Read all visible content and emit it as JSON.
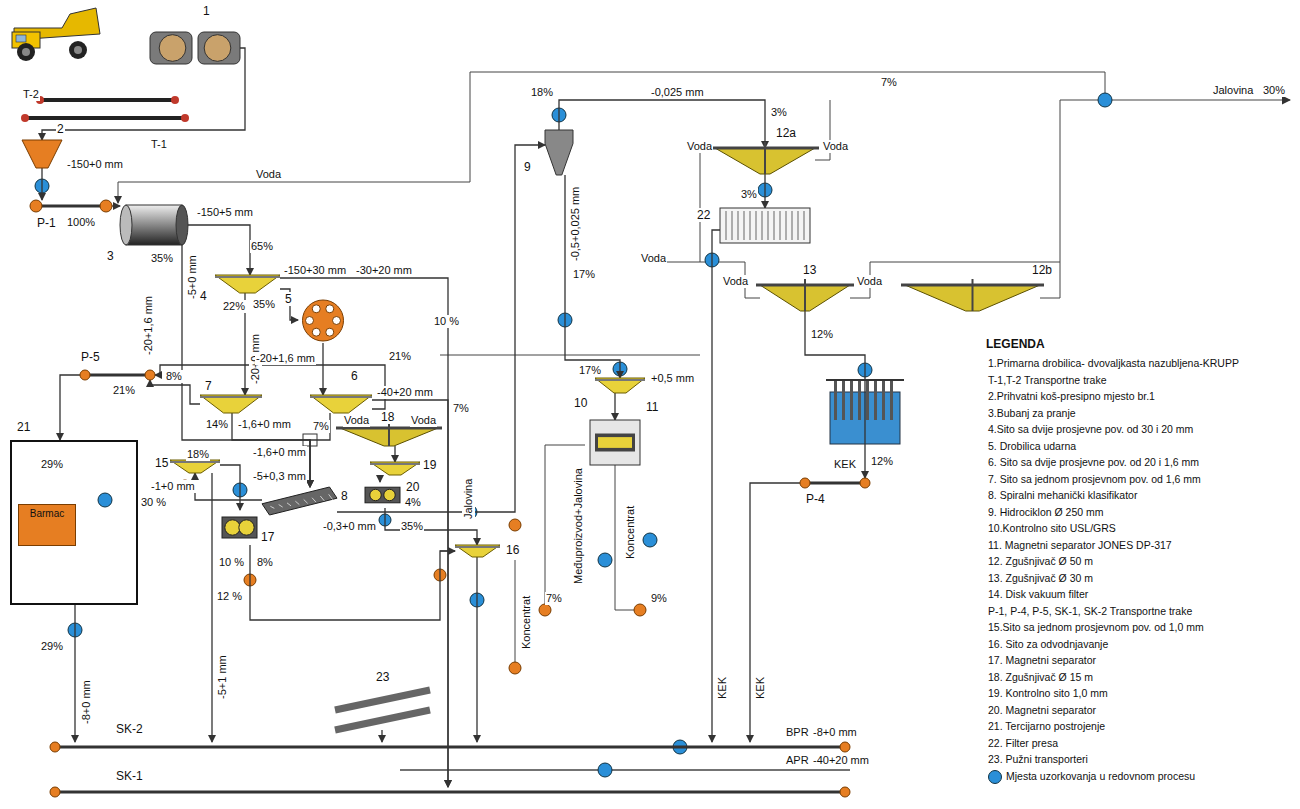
{
  "diagram": {
    "nodes": [
      {
        "text": [
          "1"
        ]
      },
      {
        "text": [
          "2"
        ]
      },
      {
        "text": [
          "P-1"
        ]
      },
      {
        "text": [
          "3"
        ]
      },
      {
        "text": [
          "4"
        ]
      },
      {
        "text": [
          "5"
        ]
      },
      {
        "text": [
          "6"
        ]
      },
      {
        "text": [
          "7"
        ]
      },
      {
        "text": [
          "21"
        ]
      },
      {
        "text": [
          "Barmac"
        ],
        "in": 8
      },
      {
        "text": [
          "P-5"
        ]
      },
      {
        "text": [
          "8"
        ]
      },
      {
        "text": [
          "15"
        ]
      },
      {
        "text": [
          "17"
        ]
      },
      {
        "text": [
          "18"
        ]
      },
      {
        "text": [
          "19"
        ]
      },
      {
        "text": [
          "20"
        ]
      },
      {
        "text": [
          "16"
        ]
      },
      {
        "text": [
          "23"
        ]
      },
      {
        "text": [
          "9"
        ]
      },
      {
        "text": [
          "12a"
        ]
      },
      {
        "text": [
          "22"
        ]
      },
      {
        "text": [
          "10"
        ]
      },
      {
        "text": [
          "11"
        ]
      },
      {
        "text": [
          "13"
        ]
      },
      {
        "text": [
          "12b"
        ]
      },
      {
        "text": [
          "P-4"
        ]
      },
      {
        "text": [
          "SK-2"
        ]
      },
      {
        "text": [
          "SK-1"
        ]
      }
    ],
    "edges": [
      {
        "from": 0,
        "to": 1,
        "arrow": "to"
      },
      {
        "from": 1,
        "to": 2,
        "arrow": "to"
      },
      {
        "from": 2,
        "to": 3,
        "arrow": "to"
      },
      {
        "from": 3,
        "to": 4,
        "arrow": "to"
      },
      {
        "from": 4,
        "to": 5,
        "arrow": "to"
      },
      {
        "from": 5,
        "to": 6,
        "arrow": "to"
      },
      {
        "from": 4,
        "to": 7,
        "arrow": "to"
      },
      {
        "from": 3,
        "to": 11,
        "arrow": "to"
      },
      {
        "from": 7,
        "to": 11,
        "arrow": "to"
      },
      {
        "from": 6,
        "to": 11,
        "arrow": "to"
      },
      {
        "from": 7,
        "to": 10,
        "arrow": "to"
      },
      {
        "from": 6,
        "to": 10,
        "arrow": "to"
      },
      {
        "from": 10,
        "to": 8,
        "arrow": "to"
      },
      {
        "from": 8,
        "to": 27,
        "arrow": "to"
      },
      {
        "from": 11,
        "to": 12,
        "arrow": "to"
      },
      {
        "from": 12,
        "to": 27,
        "arrow": "to"
      },
      {
        "from": 12,
        "to": 13,
        "arrow": "to"
      },
      {
        "from": 11,
        "to": 19,
        "arrow": "to"
      },
      {
        "from": 19,
        "to": 20,
        "arrow": "to"
      },
      {
        "from": 19,
        "to": 22,
        "arrow": "to"
      },
      {
        "from": 22,
        "to": 23,
        "arrow": "to"
      },
      {
        "from": 20,
        "to": 21,
        "arrow": "to"
      },
      {
        "from": 21,
        "to": 27,
        "arrow": "to"
      },
      {
        "from": 24,
        "to": 26,
        "arrow": "to"
      },
      {
        "from": 26,
        "to": 27,
        "arrow": "to"
      },
      {
        "from": 6,
        "to": 28,
        "arrow": "to"
      },
      {
        "from": 4,
        "to": 28,
        "arrow": "to"
      },
      {
        "from": 13,
        "to": 17,
        "arrow": "to"
      },
      {
        "from": 14,
        "to": 15,
        "arrow": "to"
      },
      {
        "from": 15,
        "to": 16,
        "arrow": "to"
      },
      {
        "from": 16,
        "to": 17,
        "arrow": "to"
      },
      {
        "from": 17,
        "to": 27,
        "arrow": "to"
      },
      {
        "from": 18,
        "to": 27,
        "arrow": "to"
      }
    ],
    "labels": [
      "T-2",
      "T-1",
      "-150+0 mm",
      "100%",
      "Voda",
      "-150+5 mm",
      "65%",
      "35%",
      "-5+0 mm",
      "-150+30 mm",
      "-30+20 mm",
      "22%",
      "35%",
      "-20+0 mm",
      "10 %",
      "8%",
      "-40+20 mm",
      "7%",
      "14%",
      "-1,6+0 mm",
      "7%",
      "-1,6+0 mm",
      "21%",
      "-20+1,6 mm",
      "-20+1,6 mm",
      "21%",
      "29%",
      "29%",
      "-8+0 mm",
      "-5+0,3 mm",
      "30 %",
      "18%",
      "-1+0 mm",
      "12 %",
      "-5+1 mm",
      "10 %",
      "8%",
      "-0,3+0 mm",
      "35%",
      "4%",
      "Voda",
      "Voda",
      "Jalovina",
      "Koncentrat",
      "18%",
      "-0,025 mm",
      "7%",
      "Jalovina",
      "30%",
      "3%",
      "Voda",
      "Voda",
      "3%",
      "-0,5+0,025 mm",
      "17%",
      "Voda",
      "Voda",
      "Voda",
      "12%",
      "17%",
      "+0,5 mm",
      "Međuproizvod+Jalovina",
      "Koncentrat",
      "7%",
      "9%",
      "12%",
      "KEK",
      "KEK",
      "KEK",
      "BPR",
      "-8+0 mm",
      "APR",
      "-40+20 mm",
      "LEGENDA"
    ],
    "legend": [
      {
        "text": "1.Primarna drobilica- dvovaljkasta nazubljena-KRUPP"
      },
      {
        "text": "T-1,T-2 Transportne trake"
      },
      {
        "text": "2.Prihvatni koš-presipno mjesto br.1"
      },
      {
        "text": "3.Bubanj za pranje"
      },
      {
        "text": "4.Sito sa dvije prosjevne pov. od 30 i 20 mm"
      },
      {
        "text": "5. Drobilica udarna"
      },
      {
        "text": "6. Sito sa dvije prosjevne pov. od 20 i 1,6 mm"
      },
      {
        "text": "7. Sito sa jednom prosjevnom pov. od 1,6 mm"
      },
      {
        "text": "8. Spiralni mehanički klasifikator"
      },
      {
        "text": "9. Hidrociklon Ø 250 mm"
      },
      {
        "text": "10.Kontrolno sito USL/GRS"
      },
      {
        "text": "11. Magnetni separator JONES DP-317"
      },
      {
        "text": "12. Zgušnjivač Ø 50 m"
      },
      {
        "text": "13. Zgušnjivač Ø 30 m"
      },
      {
        "text": "14. Disk vakuum filter"
      },
      {
        "text": "P-1, P-4, P-5, SK-1, SK-2 Transportne trake"
      },
      {
        "text": "15.Sito sa jednom prosjevnom pov. od 1,0 mm"
      },
      {
        "text": "16. Sito za odvodnjavanje"
      },
      {
        "text": "17. Magnetni separator"
      },
      {
        "text": "18. Zgušnjivač Ø 15 m"
      },
      {
        "text": "19. Kontrolno sito 1,0 mm"
      },
      {
        "text": "20. Magnetni separator"
      },
      {
        "text": "21. Tercijarno postrojenje"
      },
      {
        "text": "22. Filter presa"
      },
      {
        "text": "23. Pužni transporteri"
      },
      {
        "text": "Mjesta uzorkovanja u redovnom procesu",
        "color": "#2a8fd8"
      }
    ]
  }
}
